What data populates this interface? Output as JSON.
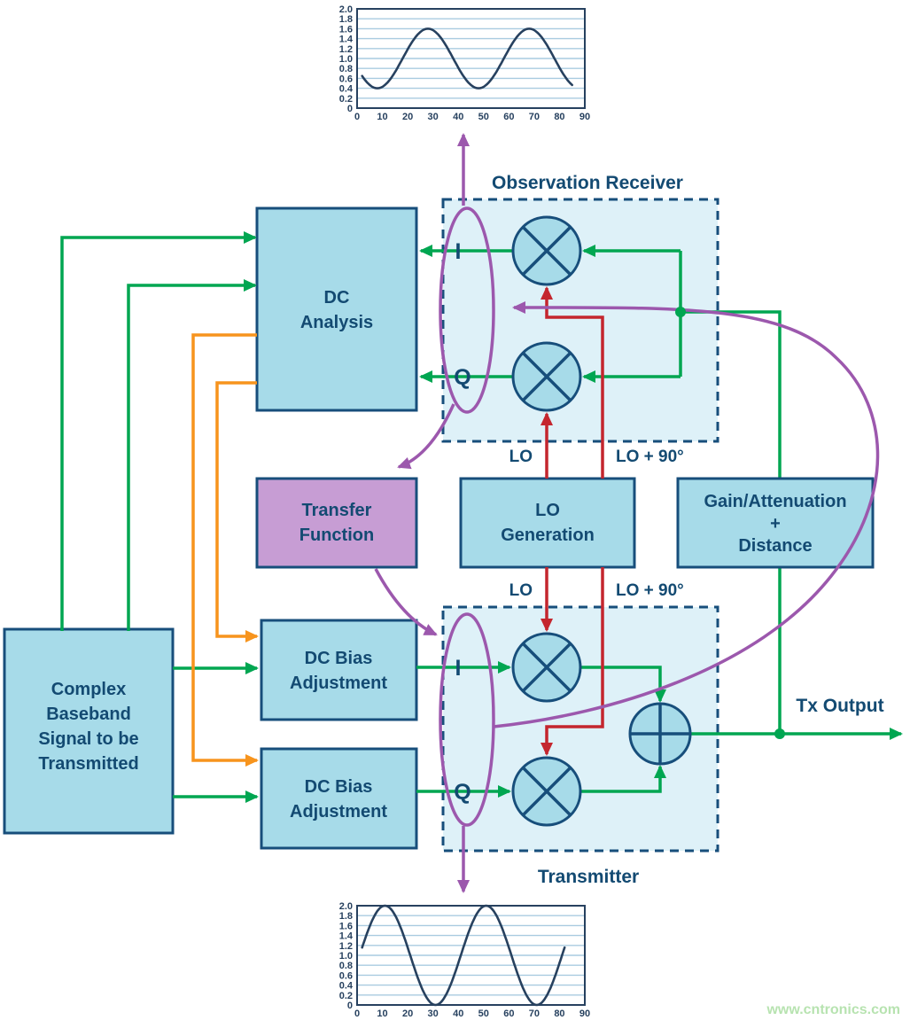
{
  "watermark": "www.cntronics.com",
  "colors": {
    "green": "#00a651",
    "orange": "#f7941d",
    "red": "#c4262e",
    "purple": "#9c58ad",
    "block_fill": "#a7dbe9",
    "block_stroke": "#174e7b",
    "purple_block_fill": "#c79dd4",
    "dashed_fill": "#def1f8",
    "label_text": "#134a72",
    "chart_line": "#27415f",
    "chart_grid": "#a9cbe0",
    "watermark_color": "#b7e3b0"
  },
  "labels": {
    "observation_receiver": "Observation Receiver",
    "transmitter": "Transmitter",
    "tx_output": "Tx Output",
    "lo_top": "LO",
    "lo90_top": "LO + 90°",
    "lo_bottom": "LO",
    "lo90_bottom": "LO + 90°",
    "obs_i": "I",
    "obs_q": "Q",
    "tx_i": "I",
    "tx_q": "Q"
  },
  "blocks": {
    "dc_analysis": {
      "lines": [
        "DC",
        "Analysis"
      ]
    },
    "transfer_function": {
      "lines": [
        "Transfer",
        "Function"
      ]
    },
    "lo_generation": {
      "lines": [
        "LO",
        "Generation"
      ]
    },
    "gain_attenuation": {
      "lines": [
        "Gain/Attenuation",
        "+",
        "Distance"
      ]
    },
    "dc_bias_i": {
      "lines": [
        "DC Bias",
        "Adjustment"
      ]
    },
    "dc_bias_q": {
      "lines": [
        "DC Bias",
        "Adjustment"
      ]
    },
    "complex_baseband": {
      "lines": [
        "Complex",
        "Baseband",
        "Signal to be",
        "Transmitted"
      ]
    }
  },
  "chart_data": [
    {
      "type": "line",
      "title": "",
      "position": "top",
      "x": [
        0,
        5,
        10,
        15,
        20,
        25,
        30,
        35,
        40,
        45,
        50,
        55,
        60,
        65,
        70,
        75,
        80,
        85
      ],
      "series": [
        {
          "name": "observation-waveform",
          "values": [
            0.81,
            0.47,
            0.43,
            0.73,
            1.19,
            1.53,
            1.57,
            1.27,
            0.81,
            0.47,
            0.43,
            0.73,
            1.19,
            1.53,
            1.57,
            1.27,
            0.81,
            0.47
          ],
          "sine": {
            "center": 1.0,
            "amplitude": 0.6,
            "period": 40,
            "peak_x": 28,
            "x_start": 2,
            "x_end": 85
          }
        }
      ],
      "xlim": [
        0,
        90
      ],
      "ylim": [
        0,
        2
      ],
      "xticks": [
        "0",
        "10",
        "20",
        "30",
        "40",
        "50",
        "60",
        "70",
        "80",
        "90"
      ],
      "yticks": [
        "2.0",
        "1.8",
        "1.6",
        "1.4",
        "1.2",
        "1.0",
        "0.8",
        "0.6",
        "0.4",
        "0.2",
        "0"
      ],
      "grid": "horizontal",
      "legend": "none"
    },
    {
      "type": "line",
      "title": "",
      "position": "bottom",
      "x": [
        0,
        5,
        10,
        15,
        20,
        25,
        30,
        35,
        40,
        45,
        50,
        55,
        60,
        65,
        70,
        75,
        80,
        85
      ],
      "series": [
        {
          "name": "transmit-waveform",
          "values": [
            0.84,
            1.59,
            1.99,
            1.81,
            1.16,
            0.41,
            0.01,
            0.19,
            0.84,
            1.59,
            1.99,
            1.81,
            1.16,
            0.41,
            0.01,
            0.19,
            0.84,
            1.59
          ],
          "sine": {
            "center": 1.0,
            "amplitude": 1.0,
            "period": 40,
            "peak_x": 11,
            "x_start": 2,
            "x_end": 82
          }
        }
      ],
      "xlim": [
        0,
        90
      ],
      "ylim": [
        0,
        2
      ],
      "xticks": [
        "0",
        "10",
        "20",
        "30",
        "40",
        "50",
        "60",
        "70",
        "80",
        "90"
      ],
      "yticks": [
        "2.0",
        "1.8",
        "1.6",
        "1.4",
        "1.2",
        "1.0",
        "0.8",
        "0.6",
        "0.4",
        "0.2",
        "0"
      ],
      "grid": "horizontal",
      "legend": "none"
    }
  ]
}
